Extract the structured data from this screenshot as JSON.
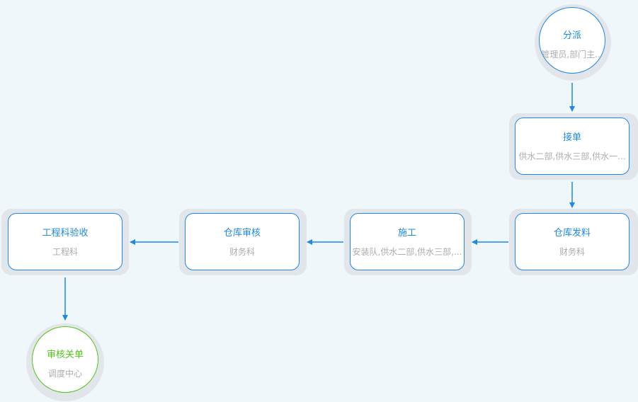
{
  "colors": {
    "background": "#f0f7fb",
    "node_border": "#1e88e5",
    "node_title": "#1e88e5",
    "subtitle": "#a9aeb3",
    "end_node": "#52c41a",
    "edge": "#1e88e5"
  },
  "nodes": {
    "dispatch": {
      "title": "分派",
      "assignees": "管理员,部门主..."
    },
    "accept": {
      "title": "接单",
      "assignees": "供水二部,供水三部,供水一..."
    },
    "warehouse_issue": {
      "title": "仓库发料",
      "assignees": "财务科"
    },
    "construction": {
      "title": "施工",
      "assignees": "安装队,供水二部,供水三部,..."
    },
    "warehouse_review": {
      "title": "仓库审核",
      "assignees": "财务科"
    },
    "engineering_acceptance": {
      "title": "工程科验收",
      "assignees": "工程科"
    },
    "review_close": {
      "title": "审核关单",
      "assignees": "调度中心"
    }
  },
  "edges": [
    {
      "from": "dispatch",
      "to": "accept"
    },
    {
      "from": "accept",
      "to": "warehouse_issue"
    },
    {
      "from": "warehouse_issue",
      "to": "construction"
    },
    {
      "from": "construction",
      "to": "warehouse_review"
    },
    {
      "from": "warehouse_review",
      "to": "engineering_acceptance"
    },
    {
      "from": "engineering_acceptance",
      "to": "review_close"
    }
  ]
}
